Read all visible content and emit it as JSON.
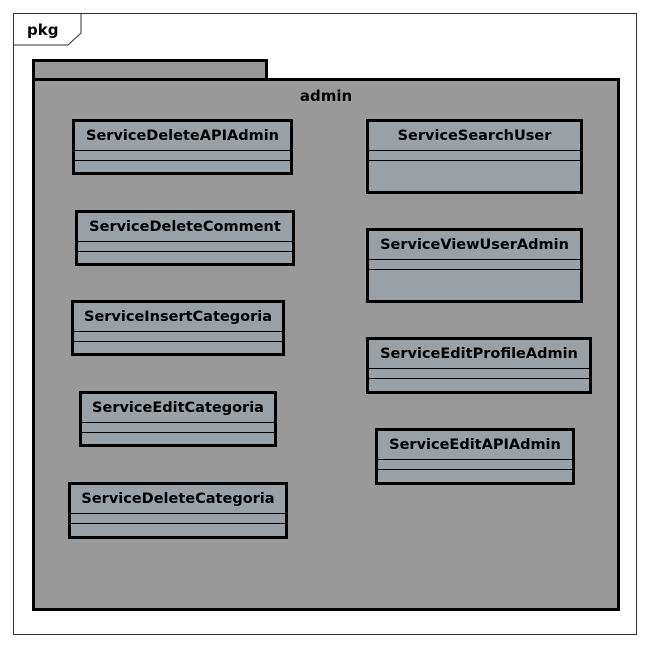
{
  "colors": {
    "package_fill": "#999999",
    "class_fill": "#99A0A6",
    "border": "#000000",
    "background": "#ffffff"
  },
  "diagram": {
    "frame_label": "pkg",
    "package": {
      "name": "admin",
      "classes": [
        "ServiceDeleteAPIAdmin",
        "ServiceDeleteComment",
        "ServiceInsertCategoria",
        "ServiceEditCategoria",
        "ServiceDeleteCategoria",
        "ServiceSearchUser",
        "ServiceViewUserAdmin",
        "ServiceEditProfileAdmin",
        "ServiceEditAPIAdmin"
      ]
    }
  }
}
